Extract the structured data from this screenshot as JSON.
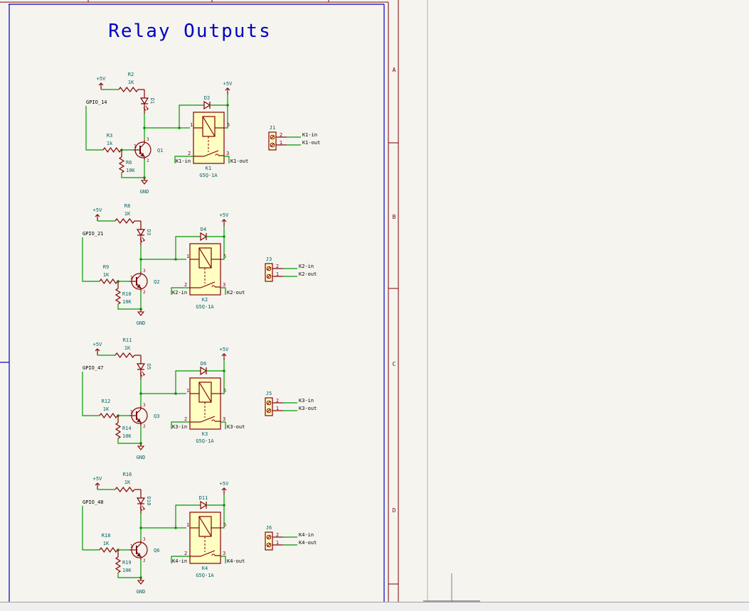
{
  "sheet": {
    "title": "Relay Outputs",
    "border_zones": [
      "A",
      "B",
      "C",
      "D"
    ]
  },
  "colors": {
    "background": "#f5f4ef",
    "wire": "#009900",
    "symbol": "#840000",
    "symbol_fill": "#ffffc2",
    "ref_text": "#006464",
    "value_text": "#006464",
    "net_label": "#000000",
    "power_text": "#006464",
    "sheet_frame": "#840000",
    "title_frame": "#0000c2",
    "junction": "#009900"
  },
  "channels": [
    {
      "gpio": "GPIO_14",
      "power_led": "+5V",
      "power_relay": "+5V",
      "ground": "GND",
      "r_led": {
        "ref": "R2",
        "value": "1K"
      },
      "led": {
        "ref": "D1"
      },
      "r_base": {
        "ref": "R3",
        "value": "1k"
      },
      "r_pull": {
        "ref": "R6",
        "value": "10K"
      },
      "transistor": {
        "ref": "Q1",
        "pins": [
          "1",
          "2",
          "3"
        ]
      },
      "flyback": {
        "ref": "D2"
      },
      "relay": {
        "ref": "K1",
        "value": "G5Q-1A",
        "pins": [
          "1",
          "5",
          "2",
          "3"
        ],
        "in_net": "K1-in",
        "out_net": "K1-out"
      },
      "connector": {
        "ref": "J1",
        "pins": [
          "2",
          "1"
        ],
        "nets": [
          "K1-in",
          "K1-out"
        ]
      }
    },
    {
      "gpio": "GPIO_21",
      "power_led": "+5V",
      "power_relay": "+5V",
      "ground": "GND",
      "r_led": {
        "ref": "R8",
        "value": "1K"
      },
      "led": {
        "ref": "D3"
      },
      "r_base": {
        "ref": "R9",
        "value": "1K"
      },
      "r_pull": {
        "ref": "R10",
        "value": "10K"
      },
      "transistor": {
        "ref": "Q2",
        "pins": [
          "1",
          "2",
          "3"
        ]
      },
      "flyback": {
        "ref": "D4"
      },
      "relay": {
        "ref": "K2",
        "value": "G5Q-1A",
        "pins": [
          "1",
          "5",
          "2",
          "3"
        ],
        "in_net": "K2-in",
        "out_net": "K2-out"
      },
      "connector": {
        "ref": "J3",
        "pins": [
          "2",
          "1"
        ],
        "nets": [
          "K2-in",
          "K2-out"
        ]
      }
    },
    {
      "gpio": "GPIO_47",
      "power_led": "+5V",
      "power_relay": "+5V",
      "ground": "GND",
      "r_led": {
        "ref": "R11",
        "value": "1K"
      },
      "led": {
        "ref": "D5"
      },
      "r_base": {
        "ref": "R12",
        "value": "1K"
      },
      "r_pull": {
        "ref": "R14",
        "value": "10K"
      },
      "transistor": {
        "ref": "Q3",
        "pins": [
          "1",
          "2",
          "3"
        ]
      },
      "flyback": {
        "ref": "D6"
      },
      "relay": {
        "ref": "K3",
        "value": "G5Q-1A",
        "pins": [
          "1",
          "5",
          "2",
          "3"
        ],
        "in_net": "K3-in",
        "out_net": "K3-out"
      },
      "connector": {
        "ref": "J5",
        "pins": [
          "2",
          "1"
        ],
        "nets": [
          "K3-in",
          "K3-out"
        ]
      }
    },
    {
      "gpio": "GPIO_48",
      "power_led": "+5V",
      "power_relay": "+5V",
      "ground": "GND",
      "r_led": {
        "ref": "R16",
        "value": "1K"
      },
      "led": {
        "ref": "D10"
      },
      "r_base": {
        "ref": "R18",
        "value": "1K"
      },
      "r_pull": {
        "ref": "R19",
        "value": "10K"
      },
      "transistor": {
        "ref": "Q6",
        "pins": [
          "1",
          "2",
          "3"
        ]
      },
      "flyback": {
        "ref": "D11"
      },
      "relay": {
        "ref": "K4",
        "value": "G5Q-1A",
        "pins": [
          "1",
          "5",
          "2",
          "3"
        ],
        "in_net": "K4-in",
        "out_net": "K4-out"
      },
      "connector": {
        "ref": "J6",
        "pins": [
          "2",
          "1"
        ],
        "nets": [
          "K4-in",
          "K4-out"
        ]
      }
    }
  ]
}
